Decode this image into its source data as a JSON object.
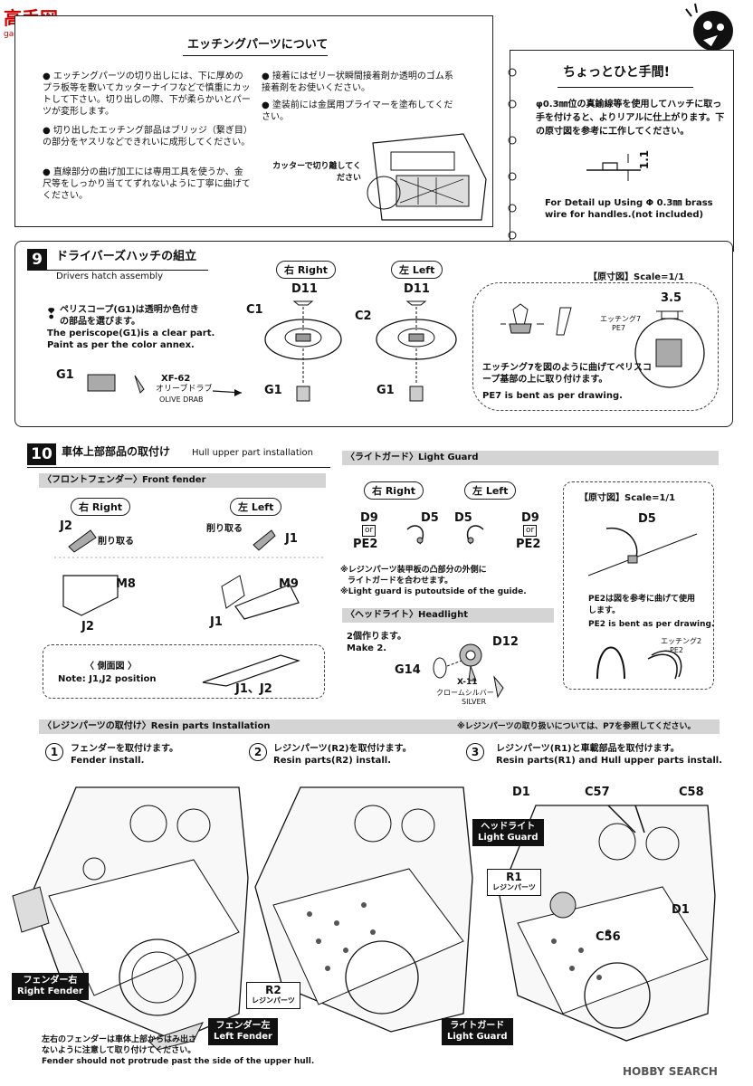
{
  "watermark": {
    "site": "高手网",
    "url": "gao-shou.com",
    "footer": "HOBBY SEARCH"
  },
  "etching_note": {
    "title": "エッチングパーツについて",
    "col1": [
      "エッチングパーツの切り出しには、下に厚めのプラ板等を敷いてカッターナイフなどで慎重にカットして下さい。切り出しの際、下が柔らかいとパーツが変形します。",
      "切り出したエッチング部品はブリッジ（繋ぎ目）の部分をヤスリなどできれいに成形してください。",
      "直線部分の曲げ加工には専用工具を使うか、金尺等をしっかり当ててずれないように丁寧に曲げてください。"
    ],
    "col2": [
      "接着にはゼリー状瞬間接着剤か透明のゴム系接着剤をお使いください。",
      "塗装前には金属用プライマーを塗布してください。"
    ],
    "cut_caption": "カッターで切り離してください"
  },
  "tip_note": {
    "title": "ちょっとひと手間!",
    "body_jp": "φ0.3㎜位の真鍮線等を使用してハッチに取っ手を付けると、よりリアルに仕上がります。下の原寸図を参考に工作してください。",
    "dimension": "1.1",
    "body_en": "For Detail up Using Φ 0.3㎜ brass wire for handles.(not included)"
  },
  "step9": {
    "number": "9",
    "title_jp": "ドライバーズハッチの組立",
    "title_en": "Drivers hatch assembly",
    "right_label": "右 Right",
    "left_label": "左 Left",
    "scale_label": "【原寸図】Scale=1/1",
    "periscope_jp": "ペリスコープ(G1)は透明か色付きの部品を選びます。",
    "periscope_en": "The periscope(G1)is a clear part. Paint as per the color annex.",
    "paint_code": "XF-62",
    "paint_jp": "オリーブドラブ",
    "paint_en": "OLIVE DRAB",
    "parts": {
      "c1": "C1",
      "c2": "C2",
      "d11a": "D11",
      "d11b": "D11",
      "g1a": "G1",
      "g1b": "G1",
      "g1c": "G1"
    },
    "dim": "3.5",
    "pe_label_jp": "エッチング7",
    "pe_label": "PE7",
    "pe_note_jp": "エッチング7を図のように曲げてペリスコープ基部の上に取り付けます。",
    "pe_note_en": "PE7 is bent as per drawing."
  },
  "step10": {
    "number": "10",
    "title_jp": "車体上部部品の取付け",
    "title_en": "Hull upper part installation",
    "front_fender_bar": "〈フロントフェンダー〉Front fender",
    "right_label": "右 Right",
    "left_label": "左 Left",
    "cut_off": "削り取る",
    "parts": {
      "j2a": "J2",
      "j1a": "J1",
      "m8": "M8",
      "m9": "M9",
      "j2b": "J2",
      "j1b": "J1"
    },
    "side_view_title": "〈 側面図 〉",
    "side_view_note": "Note: J1,J2 position",
    "side_view_parts": "J1、J2",
    "light_guard_bar": "〈ライトガード〉Light Guard",
    "lg_right": "右 Right",
    "lg_left": "左 Left",
    "lg_parts": {
      "d9a": "D9",
      "d5a": "D5",
      "pe2a": "PE2",
      "d5b": "D5",
      "d9b": "D9",
      "pe2b": "PE2"
    },
    "or": "or",
    "lg_note_jp1": "※レジンパーツ装甲板の凸部分の外側に",
    "lg_note_jp2": "ライトガードを合わせます。",
    "lg_note_en": "※Light guard is putoutside of the guide.",
    "lg_scale": "【原寸図】Scale=1/1",
    "lg_scale_part": "D5",
    "pe2_note_jp": "PE2は図を参考に曲げて使用します。",
    "pe2_note_en": "PE2 is bent as per drawing.",
    "pe2_label_jp": "エッチング2",
    "pe2_label": "PE2",
    "headlight_bar": "〈ヘッドライト〉Headlight",
    "make2_jp": "2個作ります。",
    "make2_en": "Make 2.",
    "hl_parts": {
      "d12": "D12",
      "g14": "G14"
    },
    "silver_code": "X-11",
    "silver_jp": "クロームシルバー",
    "silver_en": "SILVER",
    "resin_bar": "〈レジンパーツの取付け〉Resin parts Installation",
    "resin_ref": "※レジンパーツの取り扱いについては、P7を参照してください。"
  },
  "substeps": [
    {
      "num": "1",
      "jp": "フェンダーを取付けます。",
      "en": "Fender install."
    },
    {
      "num": "2",
      "jp": "レジンパーツ(R2)を取付けます。",
      "en": "Resin parts(R2) install."
    },
    {
      "num": "3",
      "jp": "レジンパーツ(R1)と車載部品を取付けます。",
      "en": "Resin parts(R1) and Hull upper parts install."
    }
  ],
  "callouts": {
    "right_fender_jp": "フェンダー右",
    "right_fender_en": "Right Fender",
    "left_fender_jp": "フェンダー左",
    "left_fender_en": "Left Fender",
    "r2": "R2",
    "r2_jp": "レジンパーツ",
    "headlight_jp": "ヘッドライト",
    "headlight_en": "Light Guard",
    "r1": "R1",
    "r1_jp": "レジンパーツ",
    "lightguard_jp": "ライトガード",
    "lightguard_en": "Light Guard",
    "d1a": "D1",
    "c57": "C57",
    "c58": "C58",
    "c56": "C56",
    "d1b": "D1"
  },
  "fender_warning_jp": "左右のフェンダーは車体上部からはみ出さないように注意して取り付けてください。",
  "fender_warning_en": "Fender should not protrude past the side of the upper hull."
}
